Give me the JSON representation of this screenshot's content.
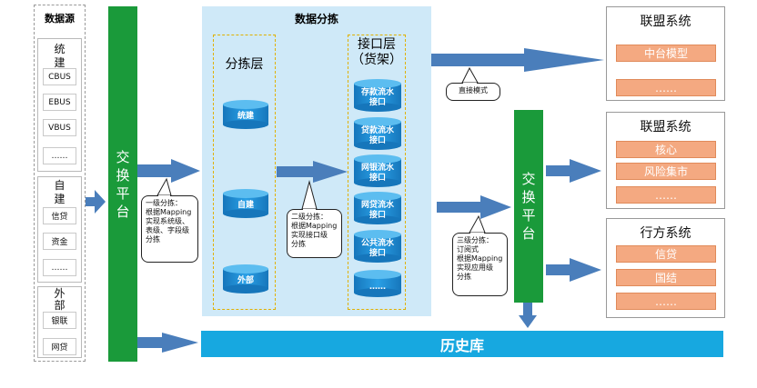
{
  "sources": {
    "title": "数据源",
    "groups": [
      {
        "label": "统\n建",
        "items": [
          "CBUS",
          "EBUS",
          "VBUS",
          "……"
        ]
      },
      {
        "label": "自\n建",
        "items": [
          "信贷",
          "资金",
          "……"
        ]
      },
      {
        "label": "外\n部",
        "items": [
          "银联",
          "网贷"
        ]
      }
    ]
  },
  "exchange_left": {
    "label": "交\n换\n平\n台"
  },
  "exchange_right": {
    "label": "交\n换\n平\n台"
  },
  "sorting": {
    "title": "数据分拣",
    "layer1": {
      "title": "分拣层",
      "cylinders": [
        "统建",
        "自建",
        "外部"
      ]
    },
    "layer2": {
      "title": "接口层\n（货架）",
      "cylinders": [
        "存款流水\n接口",
        "贷款流水\n接口",
        "网银流水\n接口",
        "网贷流水\n接口",
        "公共流水\n接口",
        "……"
      ]
    }
  },
  "callouts": {
    "level1": "一级分拣：\n根据Mapping\n实现系统级、\n表级、字段级\n分拣",
    "level2": "二级分拣：\n根据Mapping\n实现接口级\n分拣",
    "level3": "三级分拣：\n订阅式\n根据Mapping\n实现应用级\n分拣",
    "direct": "直接模式"
  },
  "targets": [
    {
      "title": "联盟系统",
      "items": [
        "中台模型",
        "……"
      ]
    },
    {
      "title": "联盟系统",
      "items": [
        "核心",
        "风险集市",
        "……"
      ]
    },
    {
      "title": "行方系统",
      "items": [
        "信贷",
        "国结",
        "……"
      ]
    }
  ],
  "history": {
    "label": "历史库"
  },
  "colors": {
    "arrow": "#4a7ebb",
    "green": "#1a9a3a",
    "cylinder": "#1f8fd6",
    "panel": "#cfe9f8",
    "orange": "#f4a981",
    "history": "#17a8e0"
  }
}
